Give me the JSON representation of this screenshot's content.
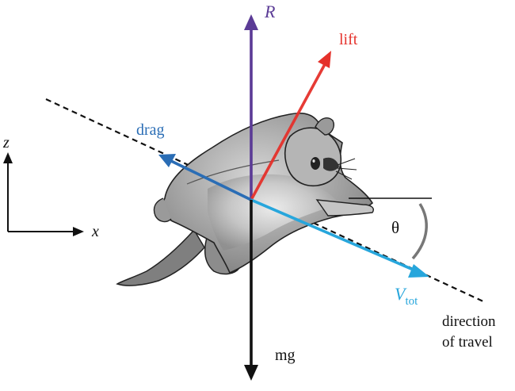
{
  "labels": {
    "resultant": "R",
    "lift": "lift",
    "drag": "drag",
    "velocity_main": "V",
    "velocity_sub": "tot",
    "weight": "mg",
    "angle": "θ",
    "direction_line1": "direction",
    "direction_line2": "of travel",
    "axis_z": "z",
    "axis_x": "x"
  },
  "colors": {
    "resultant": "#5b3b96",
    "lift": "#e5312b",
    "drag": "#2a6db5",
    "velocity": "#27a6dc",
    "weight": "#111111",
    "path": "#111111",
    "angle_arc": "#777777"
  },
  "icons": {
    "animal": "sugar-glider-illustration"
  }
}
